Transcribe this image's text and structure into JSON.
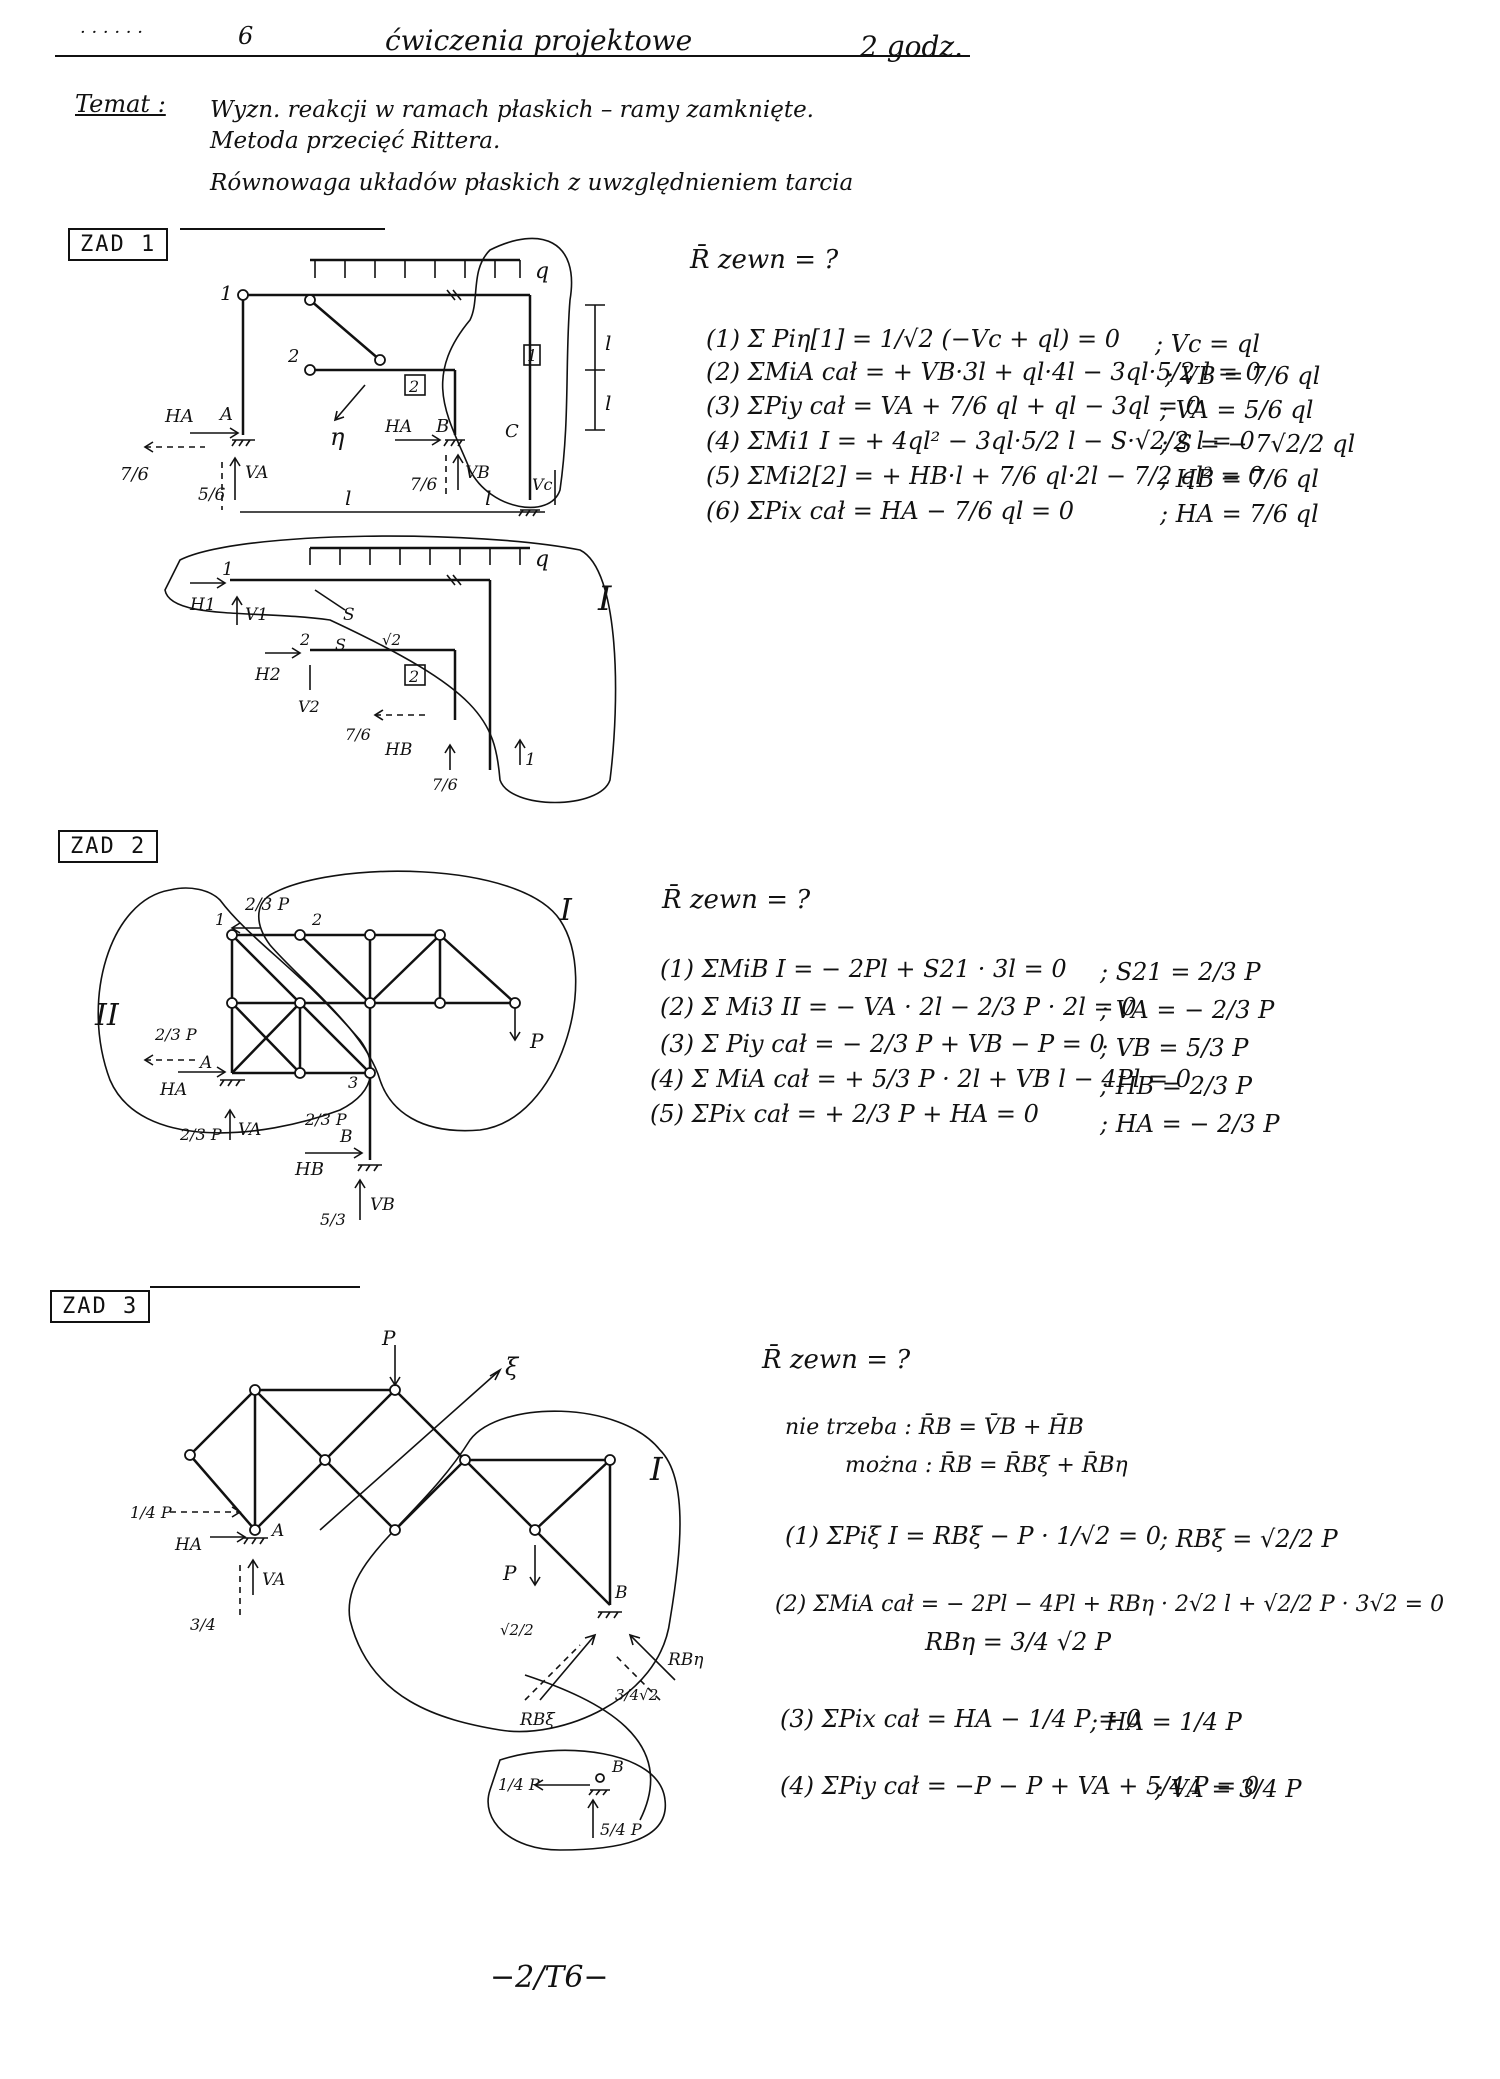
{
  "header": {
    "left_mark": "· · · · · ·",
    "number": "6",
    "title": "ćwiczenia projektowe",
    "hours": "2 godz."
  },
  "topic": {
    "label": "Temat :",
    "lines": [
      "Wyzn. reakcji w ramach płaskich – ramy zamknięte.",
      "Metoda przecięć Rittera.",
      "Równowaga układów płaskich z uwzględnieniem tarcia"
    ]
  },
  "tasks": [
    {
      "label": "ZAD 1",
      "question": "R̄ zewn = ?",
      "equations": [
        "(1) Σ Piη[1] = 1/√2 (−Vc + ql) = 0",
        "(2) ΣMiA cał = + VB·3l + ql·4l − 3ql·5/2 l = 0",
        "(3) ΣPiy cał = VA + 7/6 ql + ql − 3ql = 0",
        "(4) ΣMi1 I = + 4ql² − 3ql·5/2 l − S·√2/2 l = 0",
        "(5) ΣMi2[2] = + HB·l + 7/6 ql·2l − 7/2 ql² = 0",
        "(6) ΣPix cał = HA − 7/6 ql = 0"
      ],
      "results": [
        "; Vc = ql",
        "; VB = 7/6 ql",
        "; VA = 5/6 ql",
        "; S = − 7√2/2 ql",
        "; HB = 7/6 ql",
        "; HA = 7/6 ql"
      ],
      "labels": {
        "q": "q",
        "n1": "1",
        "n2": "2",
        "box1": "1",
        "box2": "2",
        "A": "A",
        "B": "B",
        "C": "C",
        "HA": "HA",
        "HA2": "HA",
        "VA": "VA",
        "VB": "VB",
        "Vc": "Vc",
        "eta": "η",
        "l": "l",
        "frac76": "7/6",
        "frac56": "5/6",
        "H1": "H1",
        "V1": "V1",
        "S": "S",
        "H2": "H2",
        "V2": "V2",
        "S2": "S",
        "sqrt2": "√2",
        "HB": "HB",
        "one": "1",
        "roman": "I"
      }
    },
    {
      "label": "ZAD 2",
      "question": "R̄ zewn = ?",
      "equations": [
        "(1) ΣMiB I = − 2Pl + S21 · 3l = 0",
        "(2) Σ Mi3 II = − VA · 2l − 2/3 P · 2l = 0",
        "(3) Σ Piy cał = − 2/3 P + VB − P = 0",
        "(4) Σ MiA cał = + 5/3 P · 2l + VB l − 4Pl = 0",
        "(5) ΣPix cał = + 2/3 P + HA = 0"
      ],
      "results": [
        "; S21 = 2/3 P",
        "; VA = − 2/3 P",
        "; VB = 5/3 P",
        "; HB = 2/3 P",
        "; HA = − 2/3 P"
      ],
      "labels": {
        "p23": "2/3 P",
        "n1": "1",
        "n2": "2",
        "n3": "3",
        "A": "A",
        "B": "B",
        "P": "P",
        "HA": "HA",
        "VA": "VA",
        "HB": "HB",
        "VB": "VB",
        "I": "I",
        "II": "II",
        "p23b": "2/3 P",
        "p23c": "2/3 P",
        "p23d": "2/3 P",
        "p53": "5/3"
      }
    },
    {
      "label": "ZAD 3",
      "question": "R̄ zewn = ?",
      "notes": [
        "nie trzeba :  R̄B = V̄B + H̄B",
        "można :  R̄B = R̄Bξ + R̄Bη"
      ],
      "equations": [
        "(1) ΣPiξ I = RBξ − P · 1/√2 = 0",
        "(2) ΣMiA cał = − 2Pl − 4Pl + RBη · 2√2 l + √2/2 P · 3√2 = 0",
        "RBη = 3/4 √2 P",
        "(3) ΣPix cał = HA − 1/4 P = 0",
        "(4) ΣPiy cał = −P − P + VA + 5/4 P = 0"
      ],
      "results": [
        "; RBξ = √2/2 P",
        "; HA = 1/4 P",
        "; VA = 3/4 P"
      ],
      "labels": {
        "P1": "P",
        "P2": "P",
        "xi": "ξ",
        "A": "A",
        "B": "B",
        "HA": "HA",
        "VA": "VA",
        "p14": "1/4 P",
        "p34": "3/4",
        "I": "I",
        "s22": "√2/2",
        "s34": "3/4√2",
        "RBxi": "RBξ",
        "RBeta": "RBη",
        "B2": "B",
        "p14b": "1/4 P",
        "p54": "5/4 P"
      }
    }
  ],
  "footer": {
    "page": "−2/T6−"
  }
}
